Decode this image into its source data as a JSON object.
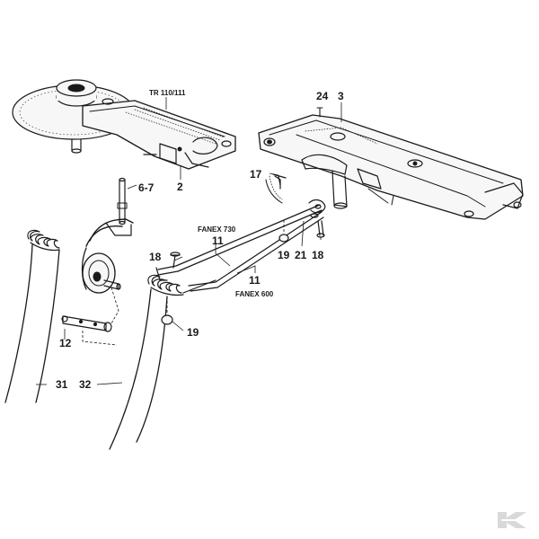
{
  "labels": {
    "tr_model": "TR 110/111",
    "fanex_730": "FANEX 730",
    "fanex_600": "FANEX 600",
    "p2": "2",
    "p3": "3",
    "p24": "24",
    "p6_7": "6-7",
    "p17": "17",
    "p11_top": "11",
    "p11_bottom": "11",
    "p18_right": "18",
    "p18_left": "18",
    "p19_mid": "19",
    "p19_low": "19",
    "p21": "21",
    "p12": "12",
    "p31": "31",
    "p32": "32"
  },
  "colors": {
    "ink": "#1a1a1a",
    "paper": "#ffffff",
    "logo": "#d9d9d9"
  },
  "logo": {
    "text": "K",
    "icon": "kramp-logo-watermark"
  }
}
